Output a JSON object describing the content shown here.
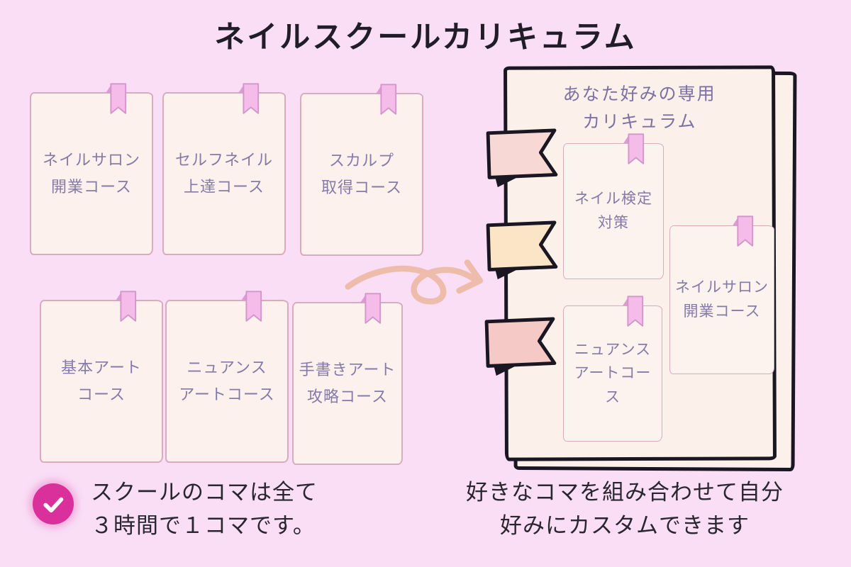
{
  "page": {
    "title": "ネイルスクールカリキュラム",
    "background": "#f9def6"
  },
  "left_section": {
    "cards": [
      {
        "label": "ネイルサロン\n開業コース"
      },
      {
        "label": "セルフネイル\n上達コース"
      },
      {
        "label": "スカルプ\n取得コース"
      },
      {
        "label": "基本アート\nコース"
      },
      {
        "label": "ニュアンス\nアートコース"
      },
      {
        "label": "手書きアート\n攻略コース"
      }
    ]
  },
  "notebook": {
    "title": "あなた好みの専用\nカリキュラム",
    "cards": [
      {
        "label": "ネイル検定\n対策"
      },
      {
        "label": "ネイルサロン\n開業コース"
      },
      {
        "label": "ニュアンス\nアートコー\nス"
      }
    ],
    "flags": [
      {
        "name": "flag-pink",
        "color": "#f8d8d4"
      },
      {
        "name": "flag-peach",
        "color": "#fbe5c6"
      },
      {
        "name": "flag-rose",
        "color": "#f5c9c5"
      }
    ]
  },
  "footer": {
    "left_note": "スクールのコマは全て\n３時間で１コマです。",
    "right_note": "好きなコマを組み合わせて自分\n好みにカスタムできます"
  },
  "colors": {
    "background": "#f9def6",
    "card_fill": "#fcf1ec",
    "card_border": "#d9abbe",
    "ribbon_fill": "#f5bce9",
    "ribbon_border": "#d495cb",
    "course_text": "#857ba6",
    "ink_outline": "#1a1722",
    "arrow": "#eebcab",
    "check_circle": "#d9309b"
  }
}
